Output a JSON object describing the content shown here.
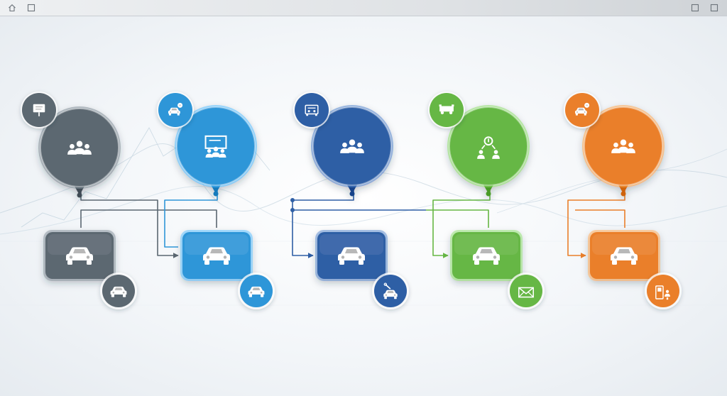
{
  "window": {
    "left_icons": [
      "home-icon",
      "window-icon"
    ],
    "right_icons": [
      "maximize-icon",
      "restore-icon"
    ]
  },
  "colors": {
    "slate": "#5b6771",
    "sky": "#2f96d8",
    "navy": "#2f5fa5",
    "green": "#66b744",
    "orange": "#ea7f2a",
    "background": "#f3f6f9"
  },
  "columns": [
    {
      "key": "slate",
      "color": "#5b6771",
      "top_badge_icon": "sign-board-icon",
      "main_icon": "group-icon",
      "card_icon": "car-icon",
      "bottom_badge_icon": "car-icon"
    },
    {
      "key": "sky",
      "color": "#2f96d8",
      "top_badge_icon": "car-chat-icon",
      "main_icon": "presentation-group-icon",
      "card_icon": "car-icon",
      "bottom_badge_icon": "car-icon"
    },
    {
      "key": "navy",
      "color": "#2f5fa5",
      "top_badge_icon": "vehicle-dashboard-icon",
      "main_icon": "group-icon",
      "card_icon": "car-icon",
      "bottom_badge_icon": "car-wrench-icon"
    },
    {
      "key": "green",
      "color": "#66b744",
      "top_badge_icon": "truck-icon",
      "main_icon": "idea-group-icon",
      "card_icon": "car-icon",
      "bottom_badge_icon": "envelope-icon"
    },
    {
      "key": "orange",
      "color": "#ea7f2a",
      "top_badge_icon": "car-chat-icon",
      "main_icon": "group-icon",
      "card_icon": "car-icon",
      "bottom_badge_icon": "kiosk-person-icon"
    }
  ]
}
